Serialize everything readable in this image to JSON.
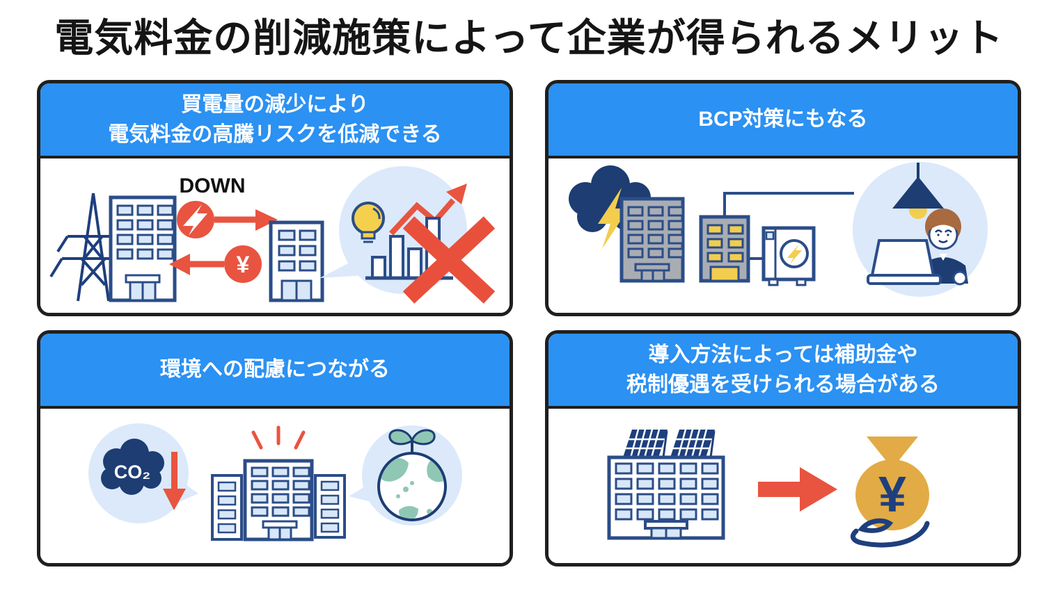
{
  "title": "電気料金の削減施策によって企業が得られるメリット",
  "colors": {
    "header_blue": "#2b91f2",
    "card_border": "#1f1f1f",
    "accent_red": "#e85440",
    "navy_dark": "#1d3d73",
    "navy_outline": "#2b4d88",
    "bubble_light_blue": "#dbe9fa",
    "window_blue": "#d8e7f8",
    "lamp_yellow": "#f2cd4e",
    "blackout_gray": "#a9adb3",
    "money_gold": "#e2ab45",
    "earth_teal": "#8fc7b4",
    "hair_brown": "#a86a3e"
  },
  "cards": [
    {
      "id": "price-risk-reduction",
      "title_lines": [
        "買電量の減少により",
        "電気料金の高騰リスクを低減できる"
      ],
      "labels": {
        "down": "DOWN",
        "yen": "¥"
      },
      "icons": [
        "transmission-tower-icon",
        "power-company-building-icon",
        "lightning-circle-icon",
        "right-arrow-icon",
        "yen-circle-icon",
        "left-arrow-icon",
        "office-building-icon",
        "lightbulb-icon",
        "rising-line-arrow-icon",
        "bar-chart-icon",
        "cross-mark-icon"
      ]
    },
    {
      "id": "bcp-measure",
      "title_lines": [
        "BCP対策にもなる"
      ],
      "labels": {},
      "icons": [
        "storm-cloud-icon",
        "lightning-bolt-icon",
        "blackout-building-icon",
        "powered-building-icon",
        "storage-battery-icon",
        "power-line",
        "pendant-lamp-icon",
        "worker-laptop-icon"
      ]
    },
    {
      "id": "environment-consideration",
      "title_lines": [
        "環境への配慮につながる"
      ],
      "labels": {
        "co2": "CO₂"
      },
      "icons": [
        "co2-cloud-icon",
        "down-arrow-icon",
        "office-buildings-icon",
        "emphasis-lines-icon",
        "earth-sprout-icon"
      ]
    },
    {
      "id": "subsidy-tax-benefit",
      "title_lines": [
        "導入方法によっては補助金や",
        "税制優遇を受けられる場合がある"
      ],
      "labels": {
        "yen": "¥"
      },
      "icons": [
        "solar-panel-building-icon",
        "right-arrow-icon",
        "money-bag-icon",
        "receiving-hand-icon"
      ]
    }
  ]
}
